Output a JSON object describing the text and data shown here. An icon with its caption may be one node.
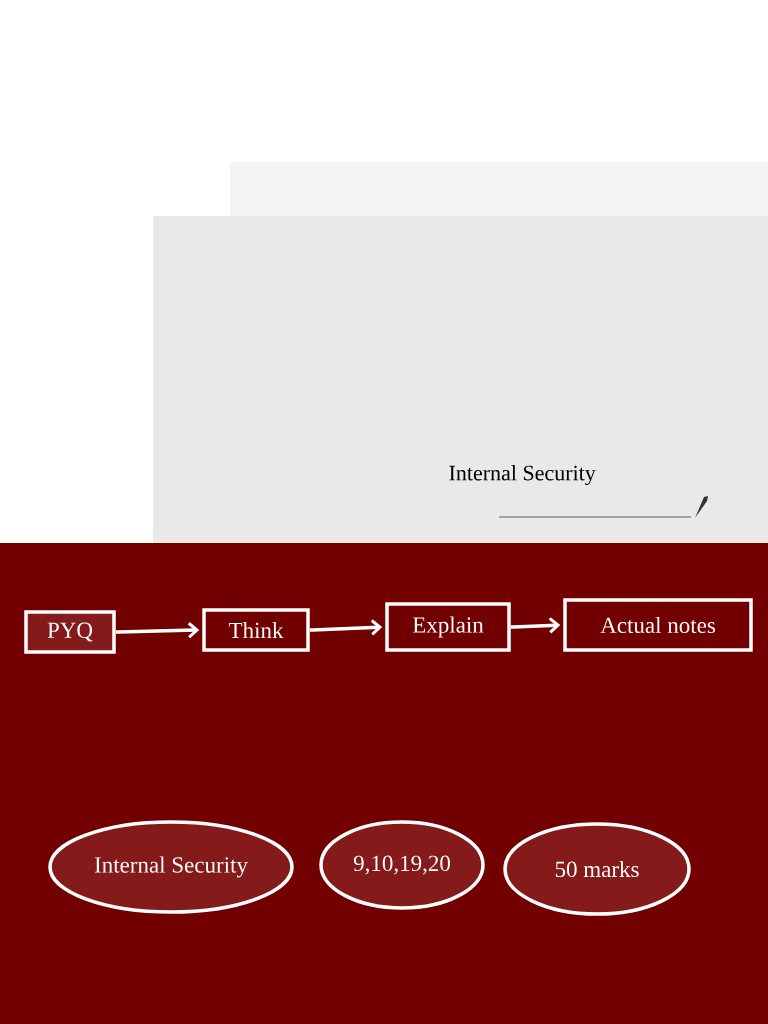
{
  "diagram": {
    "nodes": [
      {
        "text": [
          "PYQ"
        ]
      },
      {
        "text": [
          "Think"
        ]
      },
      {
        "text": [
          "Explain"
        ]
      },
      {
        "text": [
          "Actual notes"
        ]
      },
      {
        "text": [
          "Internal Security"
        ]
      },
      {
        "text": [
          "9,10,19,20"
        ]
      },
      {
        "text": [
          "50 marks"
        ]
      }
    ],
    "edges": [
      {
        "from": 0,
        "to": 1,
        "arrow": "to"
      },
      {
        "from": 1,
        "to": 2,
        "arrow": "to"
      },
      {
        "from": 2,
        "to": 3,
        "arrow": "to"
      }
    ],
    "labels": [
      "Internal Security"
    ]
  }
}
